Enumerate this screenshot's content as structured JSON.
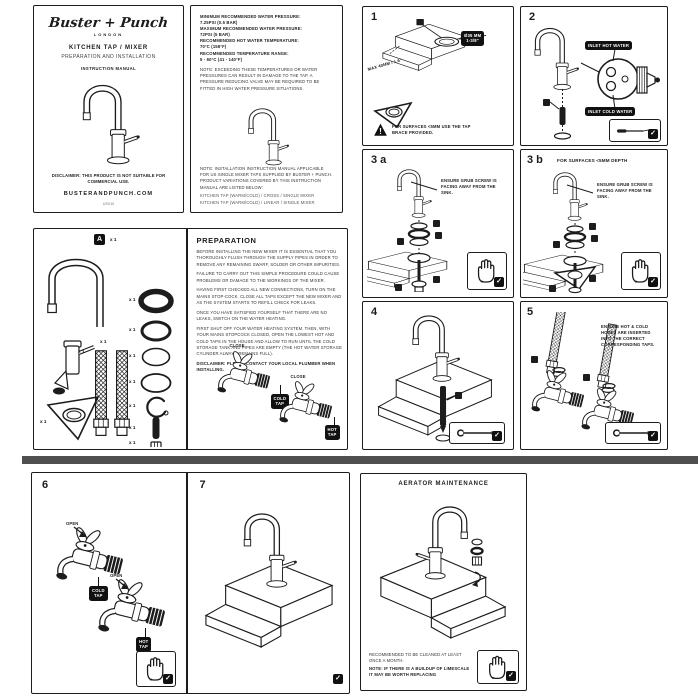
{
  "cover": {
    "logo": "Buster + Punch",
    "city": "LONDON",
    "product": "KITCHEN TAP / MIXER",
    "subtitle": "PREPARATION AND INSTALLATION",
    "manual_label": "INSTRUCTION MANUAL",
    "disclaimer": "DISCLAIMER: THIS PRODUCT IS NOT SUITABLE FOR COMMERCIAL USE.",
    "website": "BUSTERANDPUNCH.COM",
    "doc_code": "US010"
  },
  "specs": {
    "lines": [
      "MINIMUM RECOMMENDED WATER PRESSURE:",
      "7.25PSI (0.5 BAR)",
      "MAXIMUM RECOMMENDED WATER PRESSURE:",
      "72PSI (5 BAR)",
      "RECOMMENDED HOT WATER TEMPERATURE:",
      "70°C (158°F)",
      "RECOMMENDED TEMPERATURE RANGE:",
      "5 - 60°C (41 - 140°F)"
    ],
    "note": "NOTE: EXCEEDING THESE TEMPERATURES OR WATER PRESSURES CAN RESULT IN DAMAGE TO THE TAP. A PRESSURE REDUCING VALVE MAY BE REQUIRED TO BE FITTED IN HIGH WATER PRESSURE SITUATIONS.",
    "applicability": "NOTE: INSTALLATION INSTRUCTION MANUAL APPLICABLE FOR US SINGLE MIXER TAPS SUPPLIED BY BUSTER + PUNCH. PRODUCT VARIATIONS COVERED BY THIS INSTRUCTION MANUAL ARE LISTED BELOW:",
    "variants": [
      "KITCHEN TAP (WARM/COLD) / CROSS / SINGLE MIXER",
      "KITCHEN TAP (WARM/COLD) / LINEAR / SINGLE MIXER"
    ]
  },
  "parts": {
    "part_label": "A",
    "qty": "x 1"
  },
  "preparation": {
    "title": "PREPARATION",
    "paragraphs": [
      "BEFORE INSTALLING THE NEW MIXER IT IS ESSENTIAL THAT YOU THOROUGHLY FLUSH THROUGH THE SUPPLY PIPES IN ORDER TO REMOVE ANY REMAINING SWARF, SOLDER OR OTHER IMPURITIES.",
      "FAILURE TO CARRY OUT THIS SIMPLE PROCEDURE COULD CAUSE PROBLEMS OR DAMAGE TO THE WORKINGS OF THE MIXER.",
      "HAVING FIRST CHECKED ALL NEW CONNECTIONS, TURN ON THE MAINS STOP-COCK. CLOSE ALL TAPS EXCEPT THE NEW MIXER AND AS THE SYSTEM STARTS TO REFILL CHECK FOR LEAKS.",
      "ONCE YOU HAVE SATISFIED YOURSELF THAT THERE ARE NO LEAKS, SWITCH ON THE WATER HEATING.",
      "FIRST SHUT OFF YOUR WATER HEATING SYSTEM. THEN, WITH YOUR MAINS STOPCOCK CLOSED, OPEN THE LOWEST HOT AND COLD TAPS IN THE HOUSE AND ALLOW TO RUN UNTIL THE COLD STORAGE TANK AND PIPES ARE EMPTY (THE HOT WATER STORAGE CYLINDER ALWAYS REMAINS FULL).",
      "DISCLAIMER: PLEASE CONTACT YOUR LOCAL PLUMBER WHEN INSTALLING."
    ],
    "close_label": "CLOSE",
    "cold_tap_badge": "COLD\nTAP",
    "hot_tap_badge": "HOT\nTAP"
  },
  "steps": {
    "s1": {
      "num": "1",
      "hole_badge": "Ø35 MM\n1-3/8\"",
      "max_label": "MAX 40mm / 1.6\"",
      "warning": "FOR SURFACES <5MM USE THE TAP BRACE PROVIDED."
    },
    "s2": {
      "num": "2",
      "hot_badge": "INLET HOT WATER",
      "cold_badge": "INLET COLD WATER"
    },
    "s3a": {
      "num": "3 a",
      "note": "ENSURE GRUB SCREW IS FACING AWAY FROM THE SINK."
    },
    "s3b": {
      "num": "3 b",
      "header": "FOR SURFACES <5MM DEPTH",
      "note": "ENSURE GRUB SCREW IS FACING AWAY FROM THE SINK."
    },
    "s4": {
      "num": "4"
    },
    "s5": {
      "num": "5",
      "note": "ENSURE HOT & COLD HOSES ARE INSERTED INTO THE CORRECT CORRESPONDING TAPS."
    },
    "s6": {
      "num": "6",
      "open_label": "OPEN",
      "cold_tap_badge": "COLD\nTAP",
      "hot_tap_badge": "HOT\nTAP"
    },
    "s7": {
      "num": "7"
    }
  },
  "aerator": {
    "title": "AERATOR MAINTENANCE",
    "line1": "RECOMMENDED TO BE CLEANED AT LEAST ONCE A MONTH.",
    "line2": "NOTE: IF THERE IS A BUILDUP OF LIMESCALE IT MAY BE WORTH REPLACING"
  },
  "icons": {
    "check": "✓",
    "warning": "!"
  },
  "colors": {
    "ink": "#1c1c1c",
    "badge": "#111111",
    "separator": "#4f4f4f",
    "paper": "#ffffff"
  }
}
